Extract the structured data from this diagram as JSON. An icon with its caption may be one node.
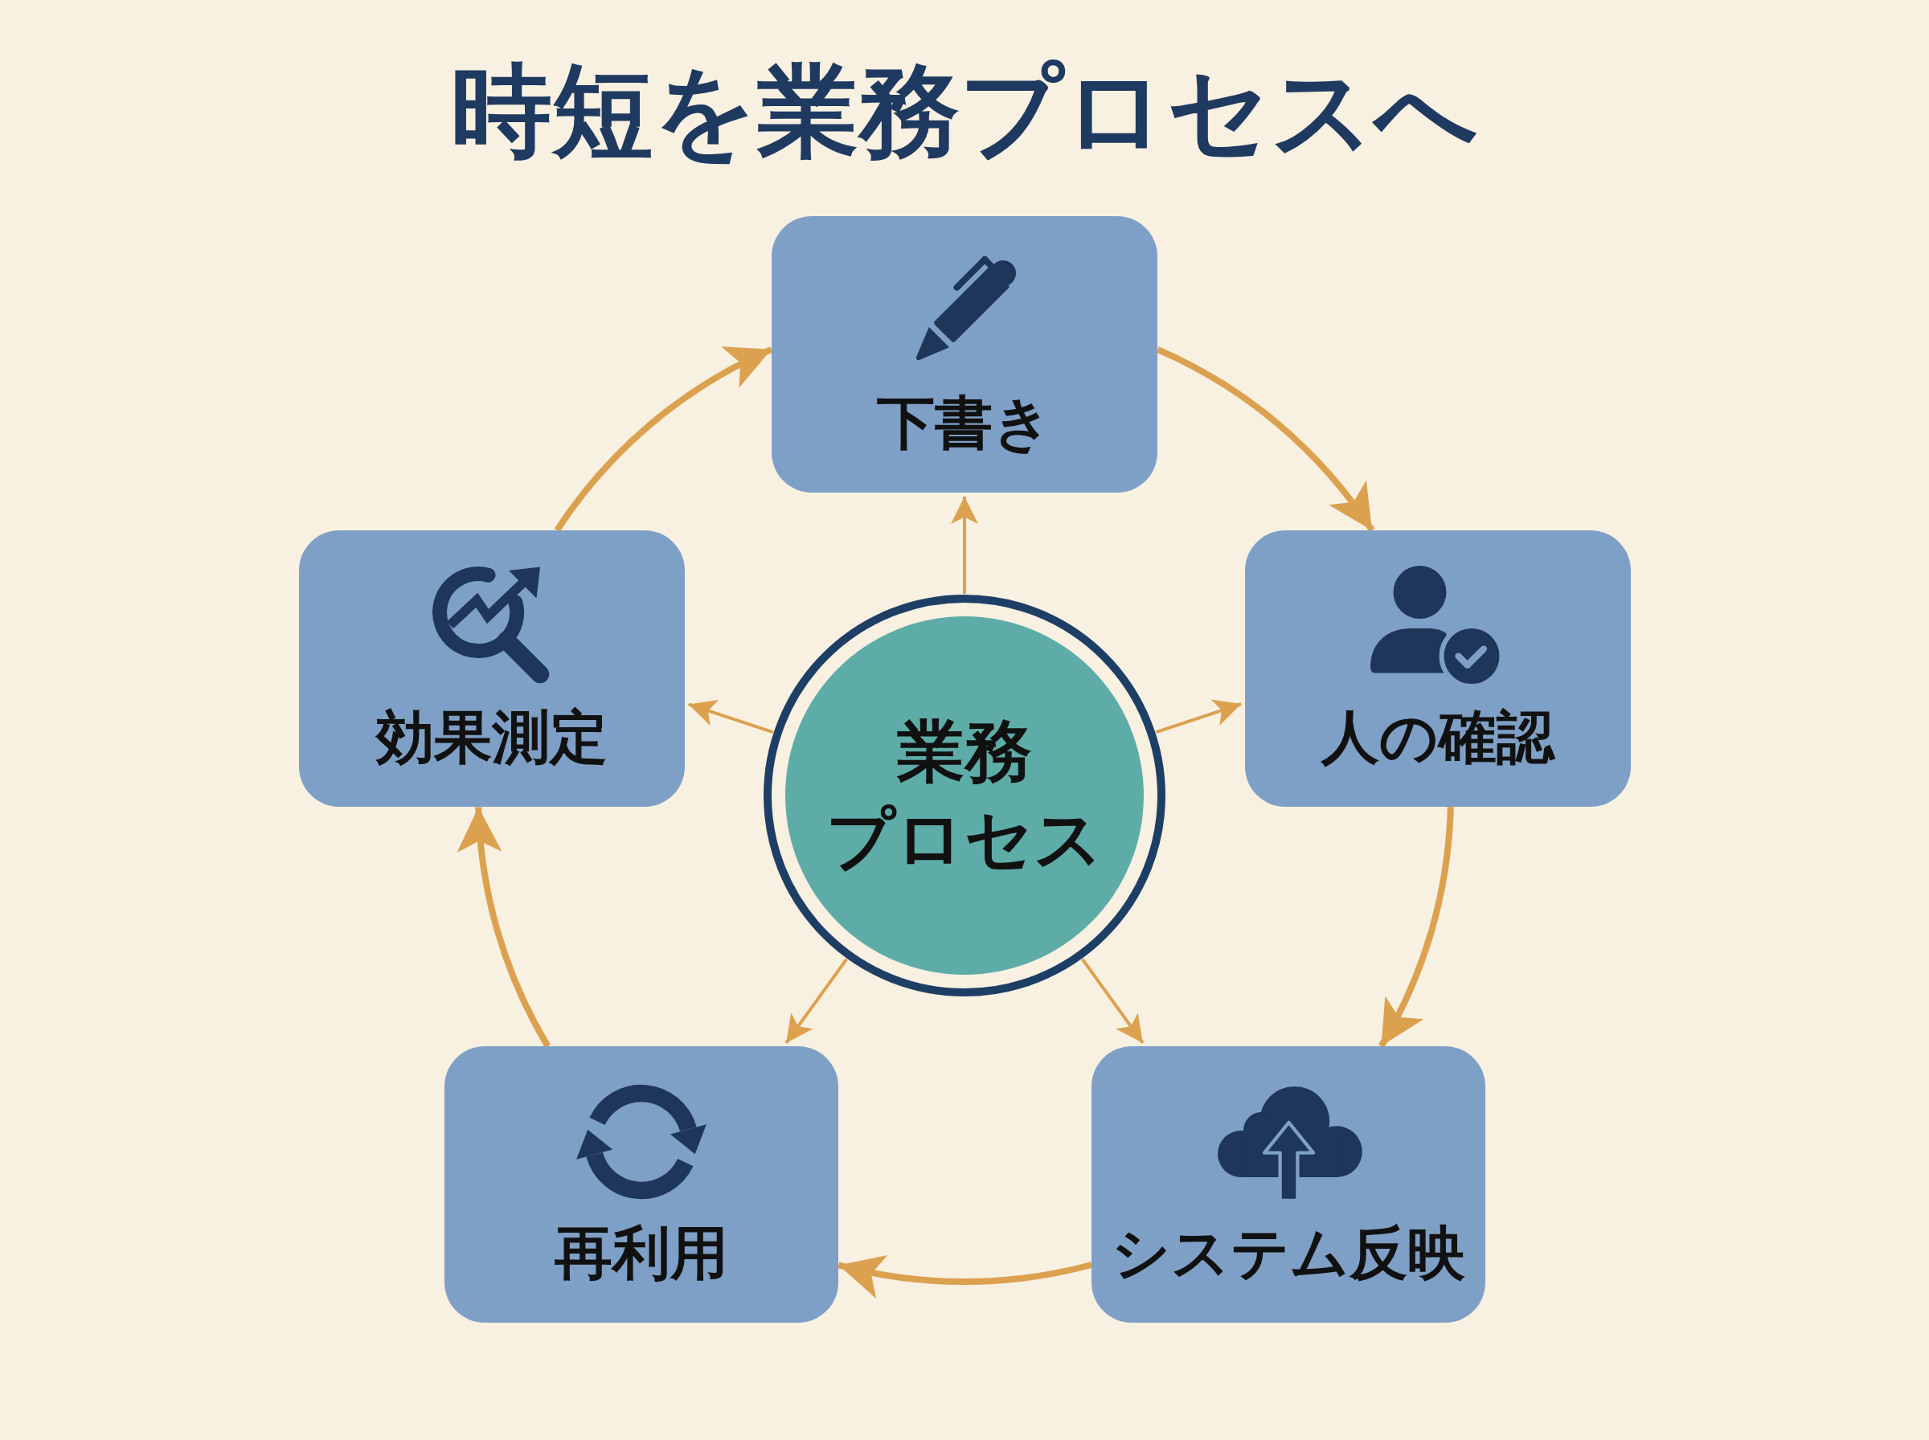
{
  "diagram": {
    "title": "時短を業務プロセスへ",
    "nodes": [
      {
        "text": [
          "業務プロセス"
        ]
      },
      {
        "text": [
          "下書き"
        ]
      },
      {
        "text": [
          "人の確認"
        ]
      },
      {
        "text": [
          "システム反映"
        ]
      },
      {
        "text": [
          "再利用"
        ]
      },
      {
        "text": [
          "効果測定"
        ]
      }
    ],
    "edges": [
      {
        "from": 1,
        "to": 2,
        "arrow": "to",
        "style": "thick"
      },
      {
        "from": 2,
        "to": 3,
        "arrow": "to",
        "style": "thick"
      },
      {
        "from": 3,
        "to": 4,
        "arrow": "to",
        "style": "thick"
      },
      {
        "from": 4,
        "to": 5,
        "arrow": "to",
        "style": "thick"
      },
      {
        "from": 5,
        "to": 1,
        "arrow": "to",
        "style": "thick"
      },
      {
        "from": 0,
        "to": 1,
        "arrow": "to"
      },
      {
        "from": 0,
        "to": 2,
        "arrow": "to"
      },
      {
        "from": 0,
        "to": 3,
        "arrow": "to"
      },
      {
        "from": 0,
        "to": 4,
        "arrow": "to"
      },
      {
        "from": 0,
        "to": 5,
        "arrow": "to"
      }
    ]
  }
}
